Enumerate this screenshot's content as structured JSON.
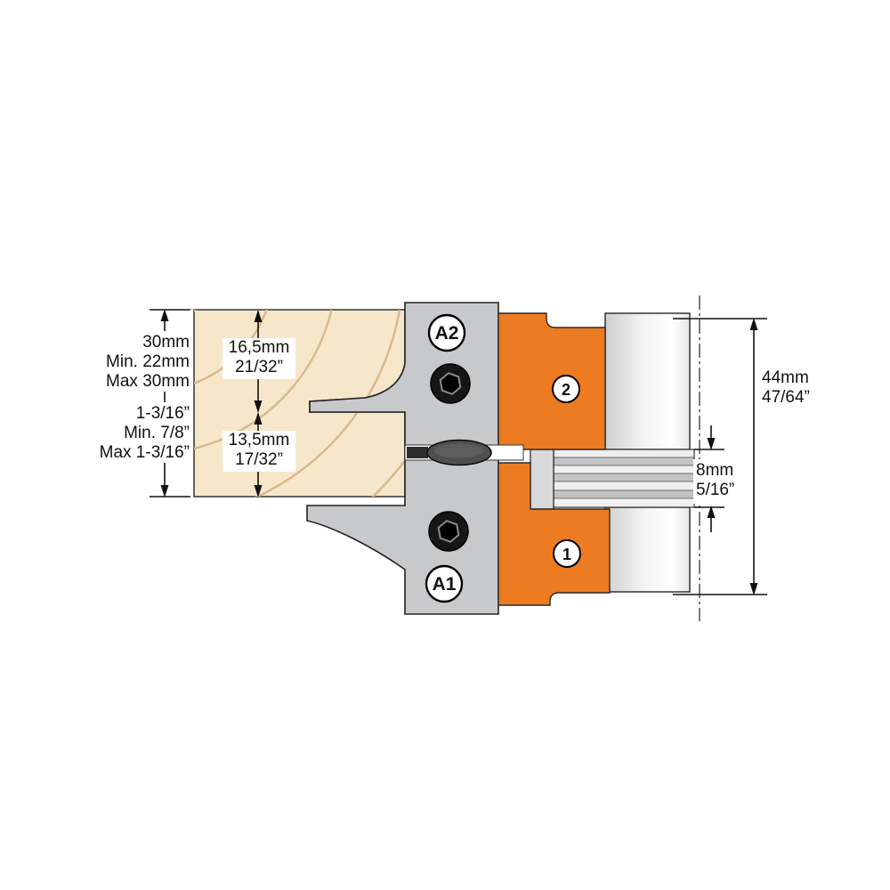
{
  "diagram": {
    "parts": {
      "knife_a2": "A2",
      "knife_a1": "A1",
      "cutter_2": "2",
      "cutter_1": "1"
    },
    "dims": {
      "stock_mm": [
        "30mm",
        "Min. 22mm",
        "Max 30mm"
      ],
      "stock_in": [
        "1-3/16”",
        "Min. 7/8”",
        "Max 1-3/16”"
      ],
      "upper_mm": "16,5mm",
      "upper_in": "21/32”",
      "lower_mm": "13,5mm",
      "lower_in": "17/32”",
      "height_mm": "44mm",
      "height_in": "47/64”",
      "shim_mm": "8mm",
      "shim_in": "5/16”"
    },
    "colors": {
      "knife_orange": "#ED7B21",
      "body_gray": "#C8C9CB",
      "wood_fill": "#F6E7CB",
      "wood_grain": "#D9B98C"
    }
  }
}
